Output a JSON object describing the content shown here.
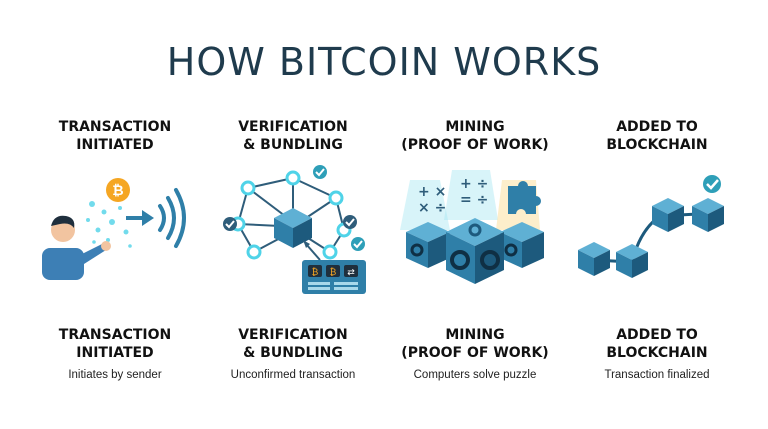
{
  "title": "HOW BITCOIN WORKS",
  "colors": {
    "title": "#1f3b4d",
    "cube": "#2f7fa8",
    "cube_light": "#5fb0d4",
    "cube_dark": "#1d5a7d",
    "accent": "#f5a623",
    "check": "#2e9fb8",
    "glow": "#4fd3e8"
  },
  "steps": [
    {
      "heading": [
        "TRANSACTION",
        "INITIATED"
      ],
      "label": [
        "TRANSACTION",
        "INITIATED"
      ],
      "desc": "Initiates by sender",
      "icons": [
        "person-icon",
        "bitcoin-coin-icon",
        "arrow-icon",
        "wireless-signal-icon"
      ]
    },
    {
      "heading": [
        "VERIFICATION",
        "& BUNDLING"
      ],
      "label": [
        "VERIFICATION",
        "& BUNDLING"
      ],
      "desc": "Unconfirmed transaction",
      "icons": [
        "network-icon",
        "check-icon",
        "transaction-card-icon"
      ]
    },
    {
      "heading": [
        "MINING",
        "(PROOF OF WORK)"
      ],
      "label": [
        "MINING",
        "(PROOF OF WORK)"
      ],
      "desc": "Computers solve puzzle",
      "icons": [
        "math-symbols-icon",
        "puzzle-piece-icon",
        "gear-cube-icon"
      ]
    },
    {
      "heading": [
        "ADDED TO",
        "BLOCKCHAIN"
      ],
      "label": [
        "ADDED TO",
        "BLOCKCHAIN"
      ],
      "desc": "Transaction finalized",
      "icons": [
        "blockchain-icon",
        "check-icon"
      ]
    }
  ]
}
